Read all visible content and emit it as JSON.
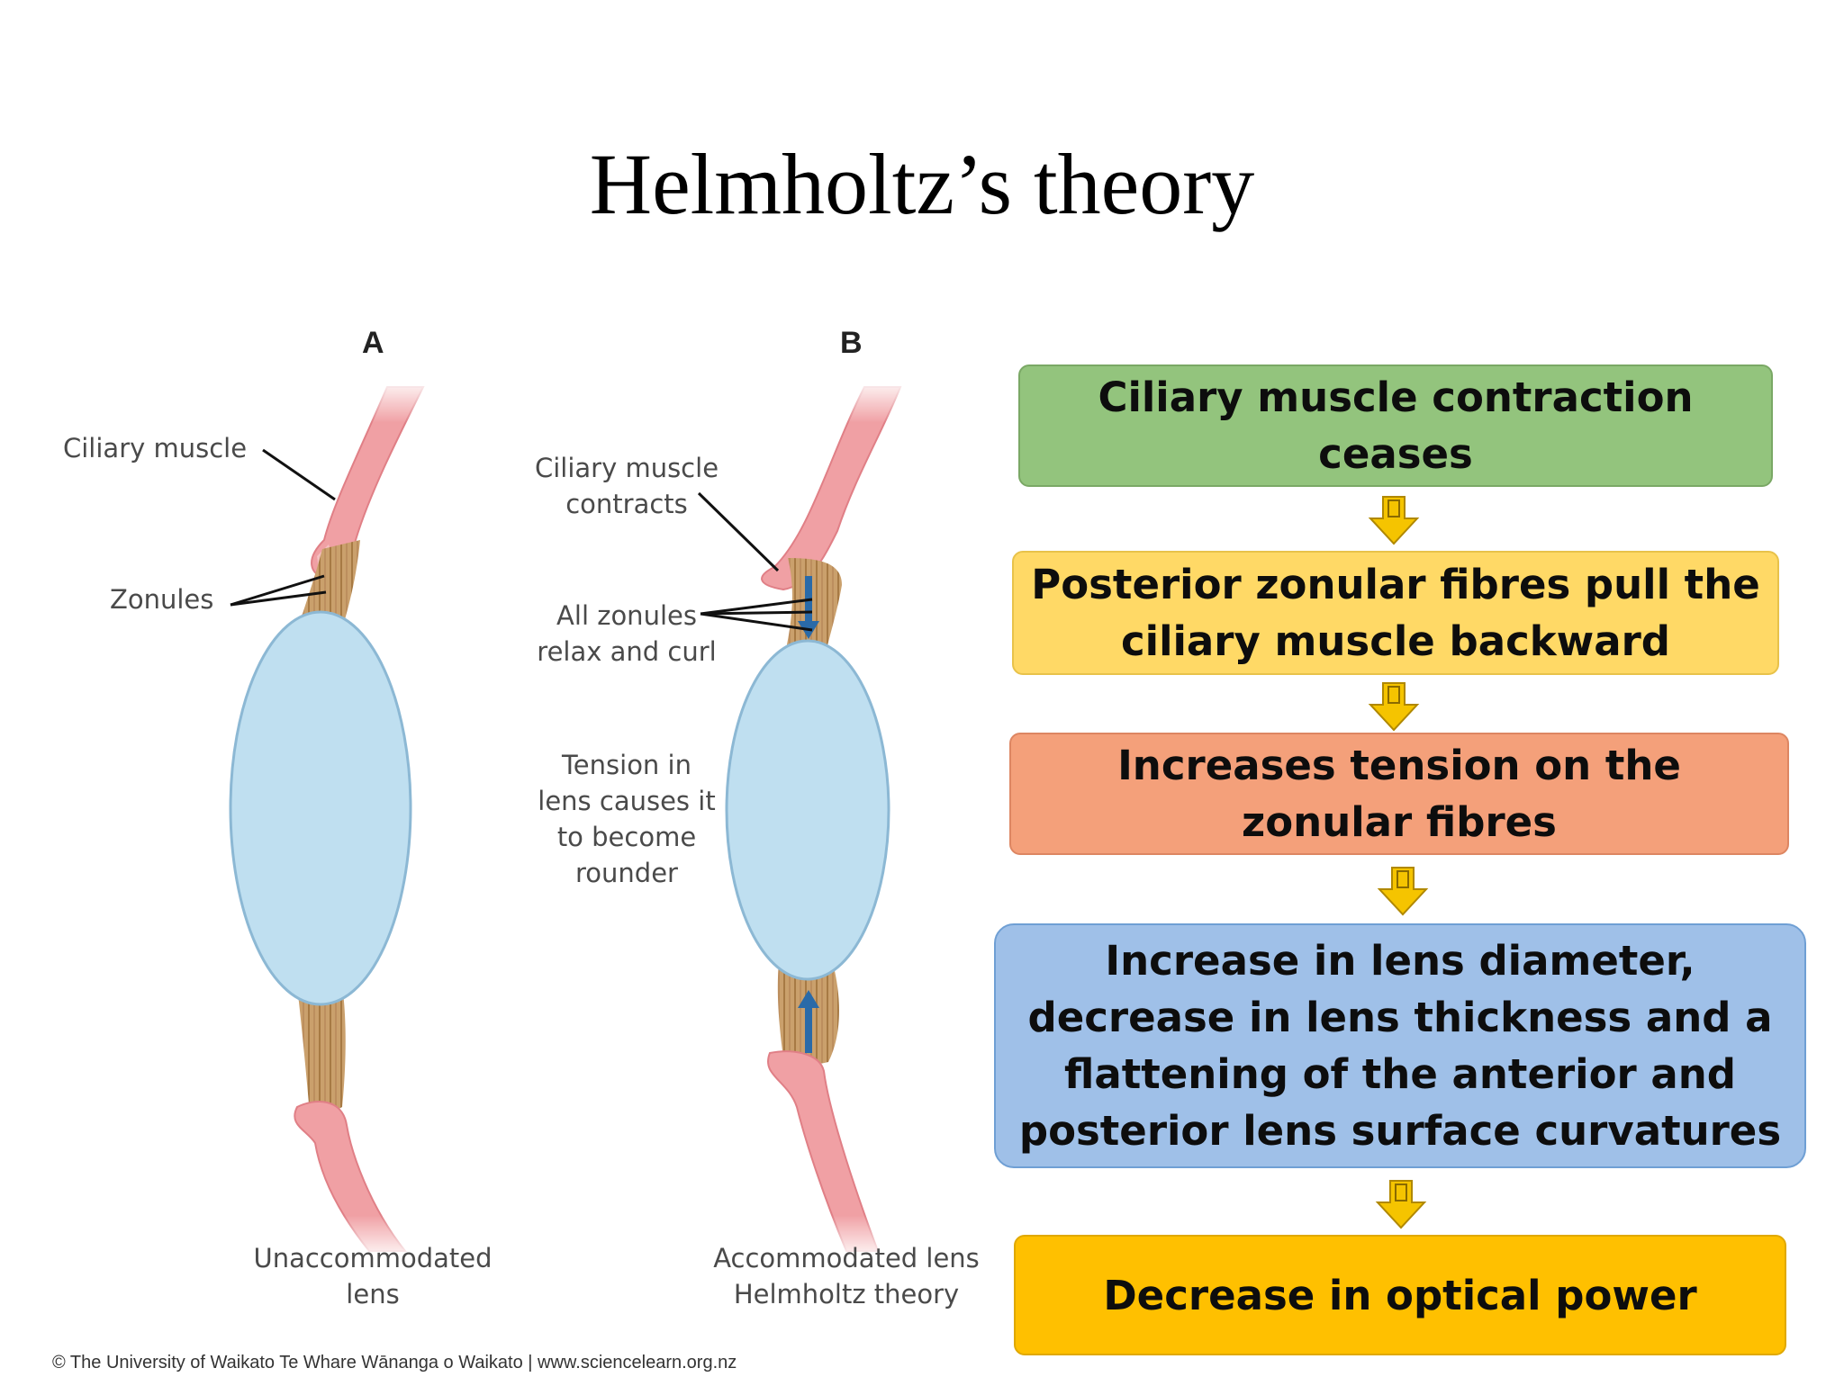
{
  "title": "Helmholtz’s theory",
  "diagram": {
    "panel_a_letter": "A",
    "panel_b_letter": "B",
    "label_ciliary_muscle": "Ciliary muscle",
    "label_zonules": "Zonules",
    "label_ciliary_contracts": [
      "Ciliary muscle",
      "contracts"
    ],
    "label_zonules_relax": [
      "All zonules",
      "relax and curl"
    ],
    "label_tension": [
      "Tension in",
      "lens causes it",
      "to become",
      "rounder"
    ],
    "caption_a": [
      "Unaccommodated",
      "lens"
    ],
    "caption_b": [
      "Accommodated lens",
      "Helmholtz theory"
    ],
    "credit": "© The University of Waikato Te Whare Wānanga o Waikato | www.sciencelearn.org.nz",
    "colors": {
      "muscle": "#f0a0a4",
      "zonule": "#c99a62",
      "lens": "#bfdff0",
      "lens_outline": "#8cb8d4",
      "tension_arrow": "#2a6aa8"
    }
  },
  "flow": {
    "steps": [
      {
        "text": "Ciliary muscle contraction ceases",
        "color": "#93c47d"
      },
      {
        "text": "Posterior zonular fibres pull the ciliary muscle backward",
        "color": "#ffd966"
      },
      {
        "text": "Increases tension on the zonular fibres",
        "color": "#f4a07a"
      },
      {
        "text": "Increase in lens diameter, decrease in lens thickness and a flattening of the anterior and posterior lens surface curvatures",
        "color": "#9fc0e8"
      },
      {
        "text": "Decrease in optical power",
        "color": "#ffc000"
      }
    ],
    "arrow_icon": "down-arrow-icon",
    "arrow_color": "#f5c400"
  }
}
